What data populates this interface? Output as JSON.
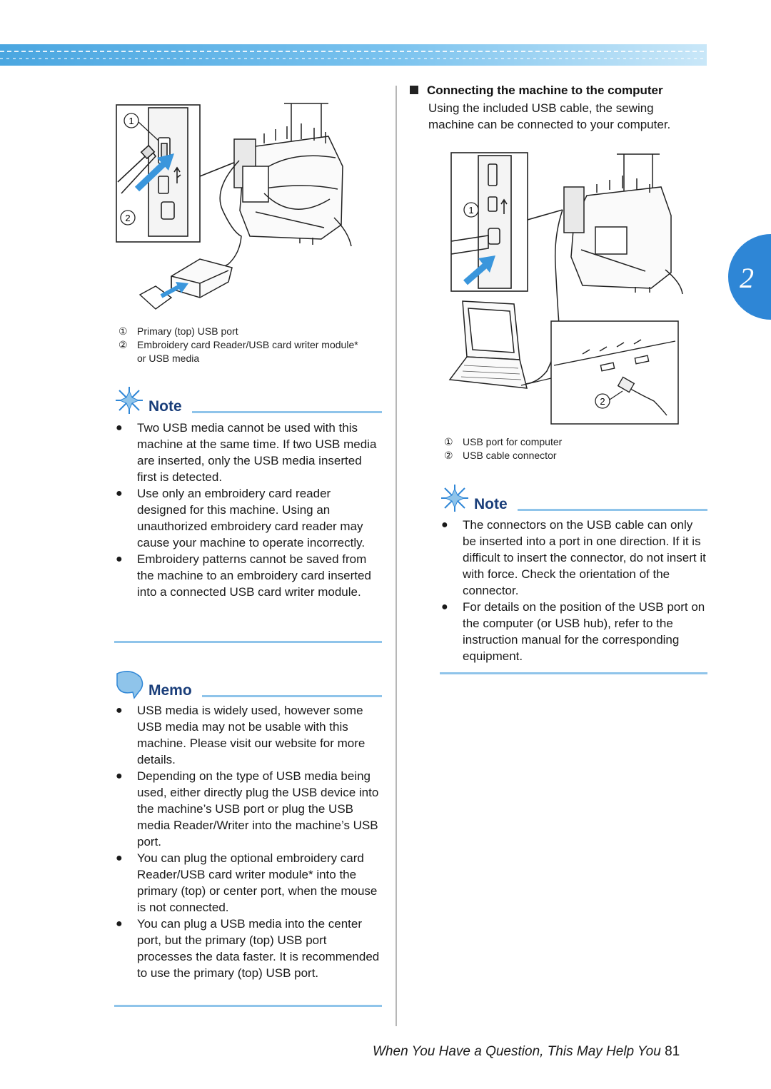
{
  "chapter_tab": "2",
  "left": {
    "figure_labels": [
      "1",
      "2"
    ],
    "captions": [
      {
        "num": "①",
        "text": "Primary (top) USB port"
      },
      {
        "num": "②",
        "text": "Embroidery card Reader/USB card writer module* or USB media"
      }
    ],
    "note": {
      "title": "Note",
      "items": [
        "Two USB media cannot be used with this machine at the same time. If two USB media are inserted, only the USB media inserted first is detected.",
        "Use only an embroidery card reader designed for this machine. Using an unauthorized embroidery card reader may cause your machine to operate incorrectly.",
        "Embroidery patterns cannot be saved from the machine to an embroidery card inserted into a connected USB card writer module."
      ]
    },
    "memo": {
      "title": "Memo",
      "items": [
        "USB media is widely used, however some USB media may not be usable with this machine. Please visit our website for more details.",
        "Depending on the type of USB media being used, either directly plug the USB device into the machine’s USB port or plug the USB media Reader/Writer into the machine’s USB port.",
        "You can plug the optional embroidery card Reader/USB card writer module* into the primary (top) or center port, when the mouse is not connected.",
        "You can plug a USB media into the center port, but the primary (top) USB port processes the data faster. It is recommended to use the primary (top) USB port."
      ]
    }
  },
  "right": {
    "section_title": "Connecting the machine to the computer",
    "section_body": "Using the included USB cable, the sewing machine can be connected to your computer.",
    "figure_labels": [
      "1",
      "2"
    ],
    "captions": [
      {
        "num": "①",
        "text": "USB port for computer"
      },
      {
        "num": "②",
        "text": "USB cable connector"
      }
    ],
    "note": {
      "title": "Note",
      "items": [
        "The connectors on the USB cable can only be inserted into a port in one direction. If it is difficult to insert the connector, do not insert it with force. Check the orientation of the connector.",
        "For details on the position of the USB port on the computer (or USB hub), refer to the instruction manual for the corresponding equipment."
      ]
    }
  },
  "footer": {
    "title": "When You Have a Question, This May Help You",
    "page": "81"
  },
  "colors": {
    "accent_blue": "#2e86d6",
    "rule_blue": "#8fc4ea",
    "heading_navy": "#1a3e7a"
  },
  "icons": {
    "note": "note-star-icon",
    "memo": "memo-bubble-icon",
    "bullet": "bullet-dot-icon",
    "section": "section-square-icon"
  }
}
